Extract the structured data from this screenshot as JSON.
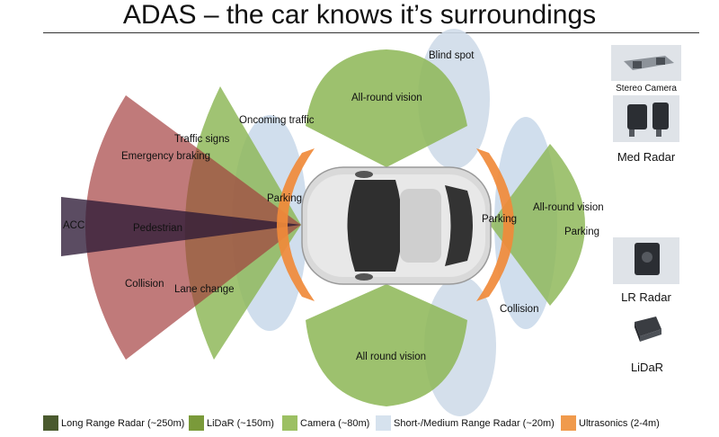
{
  "title": "ADAS – the car knows it’s surroundings",
  "zones": {
    "acc": "ACC",
    "pedestrian": "Pedestrian",
    "emergency_braking": "Emergency braking",
    "traffic_signs": "Traffic signs",
    "collision_front": "Collision",
    "lane_change": "Lane change",
    "oncoming_traffic": "Oncoming traffic",
    "parking_front": "Parking",
    "all_round_top": "All-round vision",
    "blind_spot": "Blind spot",
    "all_round_bottom": "All round vision",
    "parking_rear_orange": "Parking",
    "all_round_rear": "All-round vision",
    "parking_rear": "Parking",
    "collision_rear": "Collision"
  },
  "sensors": {
    "stereo_camera": "Stereo Camera",
    "med_radar": "Med Radar",
    "lr_radar": "LR Radar",
    "lidar": "LiDaR"
  },
  "legend": [
    {
      "label": "Long Range Radar (~250m)",
      "color": "#4a5a2e"
    },
    {
      "label": "LiDaR (~150m)",
      "color": "#7a9a3a"
    },
    {
      "label": "Camera (~80m)",
      "color": "#9cc063"
    },
    {
      "label": "Short-/Medium Range Radar (~20m)",
      "color": "#d6e2ee"
    },
    {
      "label": "Ultrasonics (2-4m)",
      "color": "#f09a4c"
    }
  ],
  "colors": {
    "red_cone": "#a23b3b",
    "dark_cone": "#2d1a36",
    "green_camera": "#8fb85a",
    "blue_radar": "#c8d8ea",
    "orange_ultra": "#f08a3a"
  }
}
